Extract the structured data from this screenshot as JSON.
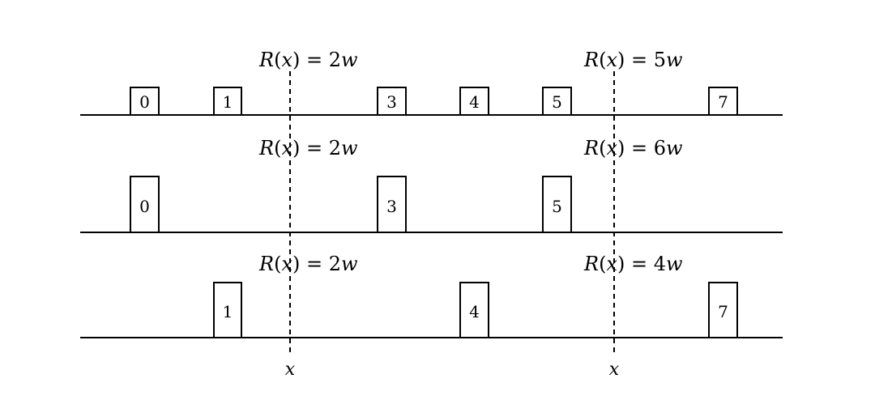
{
  "rows": [
    {
      "labels": {
        "left": {
          "var": "R",
          "arg": "x",
          "rhs": "2",
          "unit": "w"
        },
        "right": {
          "var": "R",
          "arg": "x",
          "rhs": "5",
          "unit": "w"
        }
      },
      "boxes": [
        "0",
        "1",
        "3",
        "4",
        "5",
        "7"
      ]
    },
    {
      "labels": {
        "left": {
          "var": "R",
          "arg": "x",
          "rhs": "2",
          "unit": "w"
        },
        "right": {
          "var": "R",
          "arg": "x",
          "rhs": "6",
          "unit": "w"
        }
      },
      "boxes": [
        "0",
        "3",
        "5"
      ]
    },
    {
      "labels": {
        "left": {
          "var": "R",
          "arg": "x",
          "rhs": "2",
          "unit": "w"
        },
        "right": {
          "var": "R",
          "arg": "x",
          "rhs": "4",
          "unit": "w"
        }
      },
      "boxes": [
        "1",
        "4",
        "7"
      ]
    }
  ],
  "markers": [
    "x",
    "x"
  ]
}
